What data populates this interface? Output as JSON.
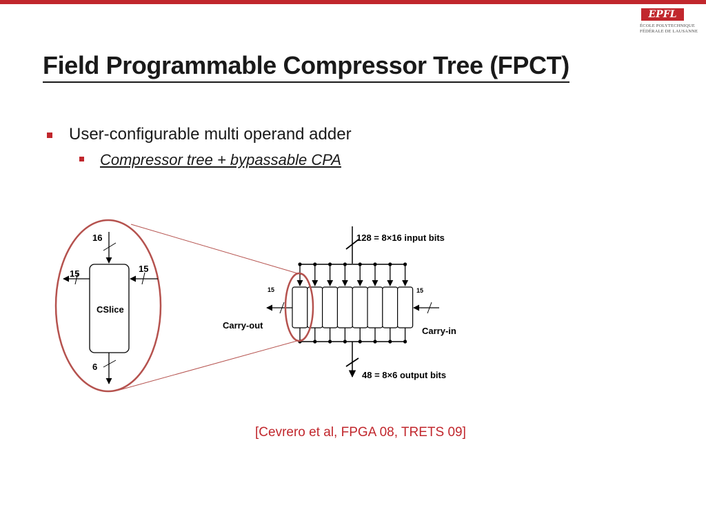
{
  "colors": {
    "accent": "#c1272d",
    "callout": "#b5524e",
    "text": "#1a1a1a"
  },
  "logo": {
    "mark": "EPFL",
    "line1": "ÉCOLE POLYTECHNIQUE",
    "line2": "FÉDÉRALE DE LAUSANNE"
  },
  "title": "Field Programmable Compressor Tree (FPCT)",
  "bullets": {
    "level1": "User-configurable multi operand adder",
    "level2": "Compressor tree + bypassable CPA"
  },
  "diagram": {
    "cslice": {
      "label": "CSlice",
      "top_bits": "16",
      "left_bits": "15",
      "right_bits": "15",
      "bottom_bits": "6"
    },
    "array": {
      "input_label": "128 = 8×16 input bits",
      "output_label": "48 = 8×6 output bits",
      "left_bits": "15",
      "right_bits": "15",
      "carry_out": "Carry-out",
      "carry_in": "Carry-in"
    }
  },
  "citation": "[Cevrero et al, FPGA 08, TRETS 09]"
}
